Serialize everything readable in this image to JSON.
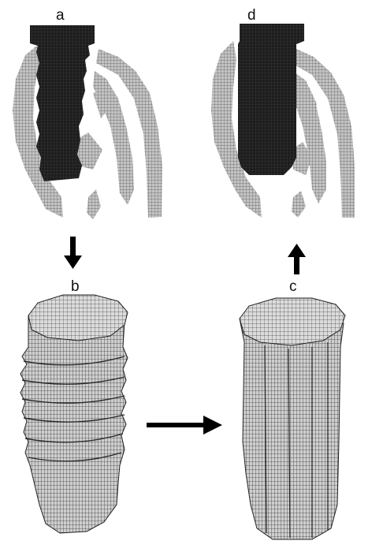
{
  "labels": {
    "a": "a",
    "b": "b",
    "c": "c",
    "d": "d"
  },
  "colors": {
    "background": "#ffffff",
    "bone_mesh": "#b9b9b9",
    "bone_grid": "#5a5a5a",
    "implant_fill": "#1b1b1b",
    "implant_mesh_face": "#d9d9d9",
    "arrow": "#000000"
  },
  "panels": [
    {
      "id": "a",
      "content": "implant-in-bone-section-initial"
    },
    {
      "id": "b",
      "content": "threaded-implant-voxel-model"
    },
    {
      "id": "c",
      "content": "straight-implant-voxel-model"
    },
    {
      "id": "d",
      "content": "implant-in-bone-section-final"
    }
  ],
  "arrows": [
    {
      "name": "arrow-a-to-b",
      "direction": "down"
    },
    {
      "name": "arrow-b-to-c",
      "direction": "right"
    },
    {
      "name": "arrow-c-to-d",
      "direction": "up"
    }
  ]
}
